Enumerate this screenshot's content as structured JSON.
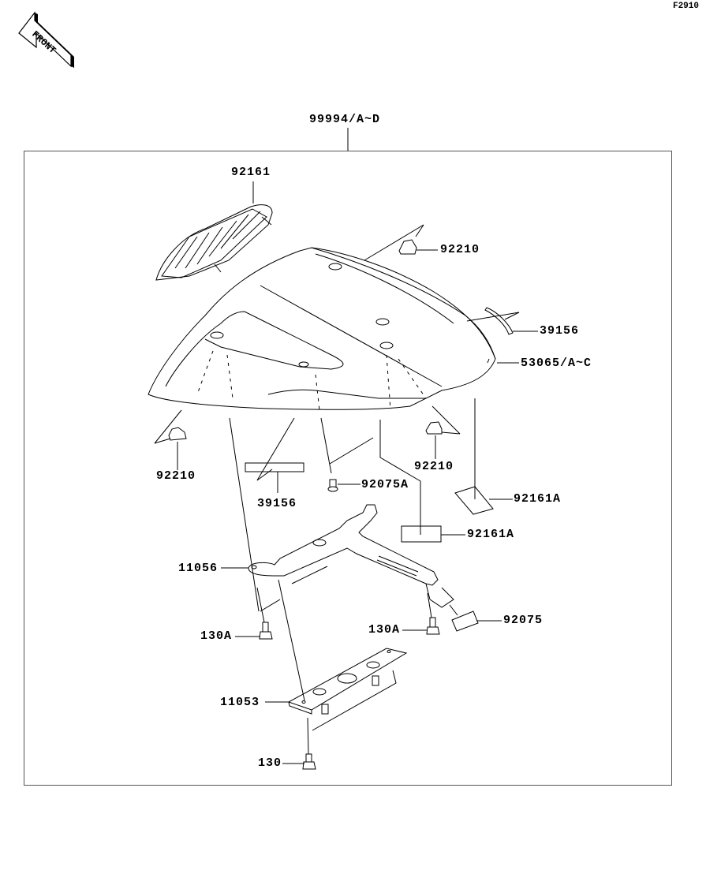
{
  "figure_id": "F2910",
  "front_indicator": "FRONT",
  "assembly_label": "99994/A~D",
  "parts": {
    "p92161": "92161",
    "p92210_top": "92210",
    "p39156_right": "39156",
    "p53065": "53065/A~C",
    "p92210_left": "92210",
    "p39156_left": "39156",
    "p92075A": "92075A",
    "p92210_mid": "92210",
    "p92161A_right": "92161A",
    "p92161A_mid": "92161A",
    "p11056": "11056",
    "p130A_left": "130A",
    "p130A_right": "130A",
    "p92075": "92075",
    "p11053": "11053",
    "p130": "130"
  }
}
